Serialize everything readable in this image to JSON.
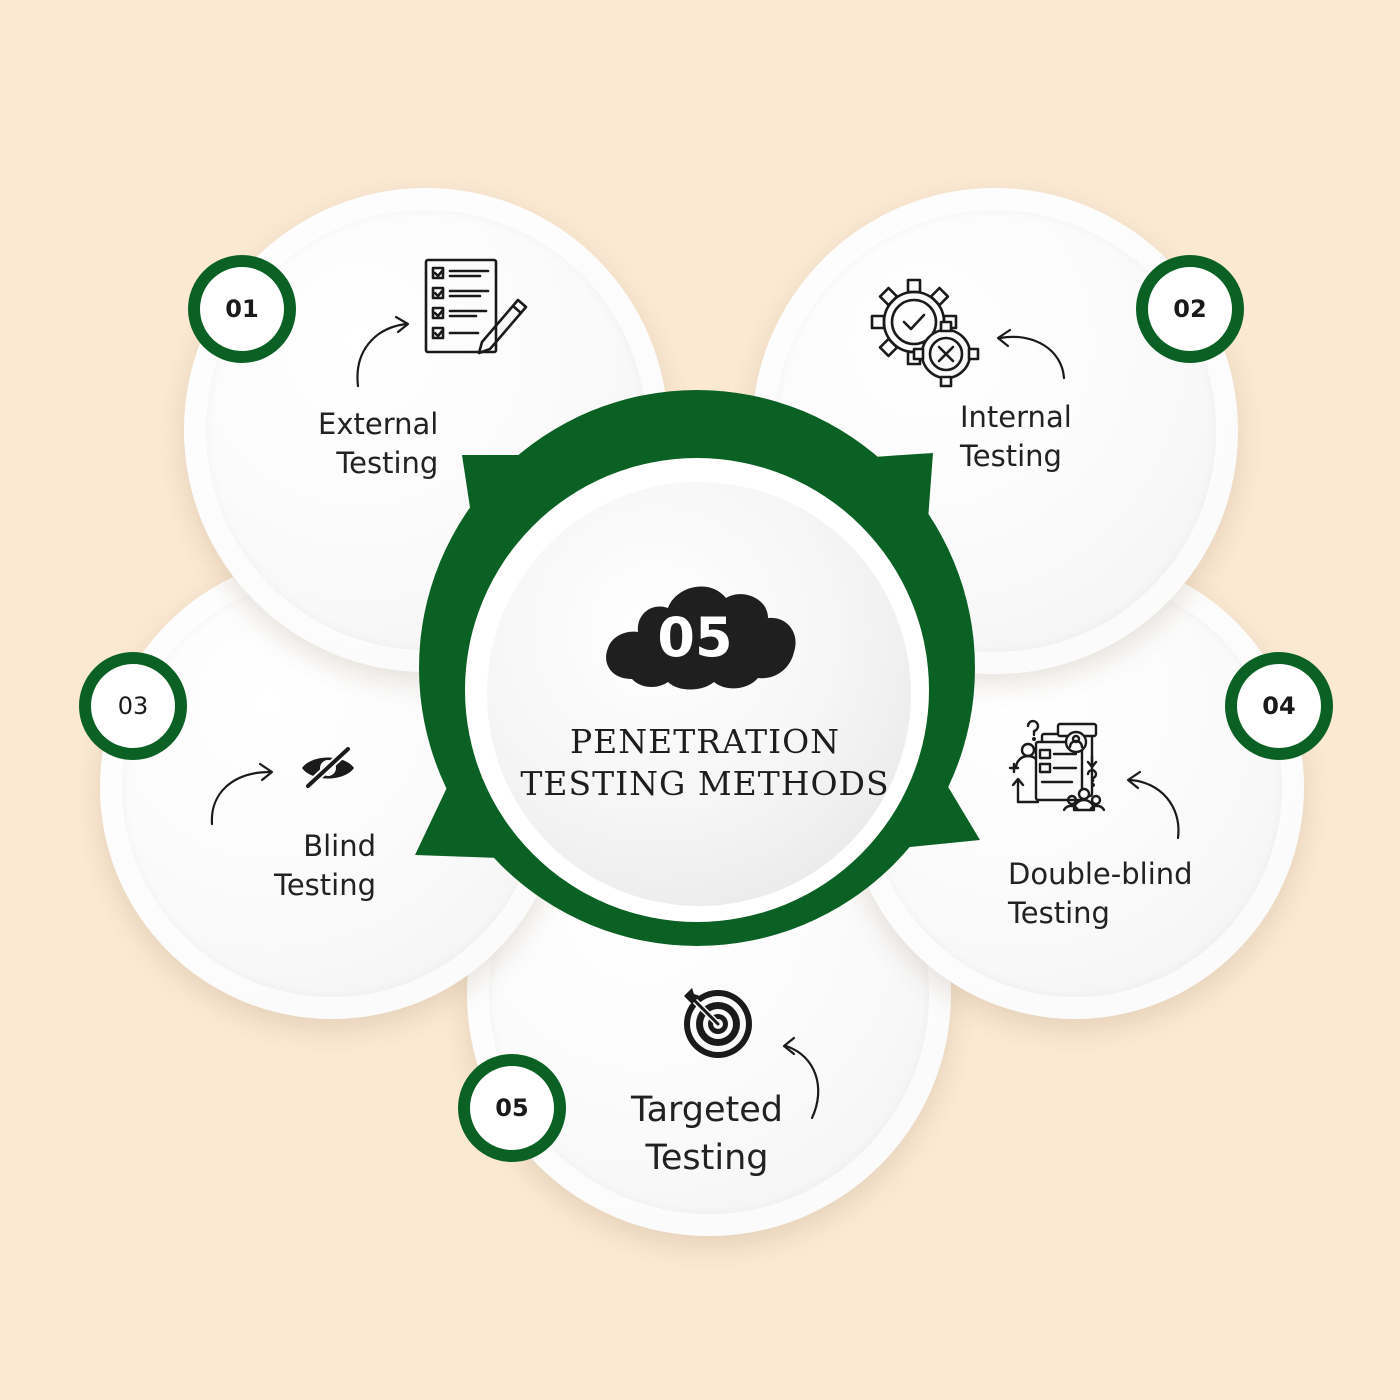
{
  "colors": {
    "background": "#FBE9D3",
    "accent_green": "#0B6123",
    "cloud": "#1F1F1F"
  },
  "center": {
    "count": "05",
    "title_line1": "PENETRATION",
    "title_line2": "TESTING METHODS"
  },
  "items": [
    {
      "number": "01",
      "line1": "External",
      "line2": "Testing",
      "icon": "checklist-icon"
    },
    {
      "number": "02",
      "line1": "Internal",
      "line2": "Testing",
      "icon": "gears-icon"
    },
    {
      "number": "03",
      "line1": "Blind",
      "line2": "Testing",
      "icon": "eye-off-icon"
    },
    {
      "number": "04",
      "line1": "Double-blind",
      "line2": "Testing",
      "icon": "team-analysis-icon"
    },
    {
      "number": "05",
      "line1": "Targeted",
      "line2": "Testing",
      "icon": "target-icon"
    }
  ]
}
